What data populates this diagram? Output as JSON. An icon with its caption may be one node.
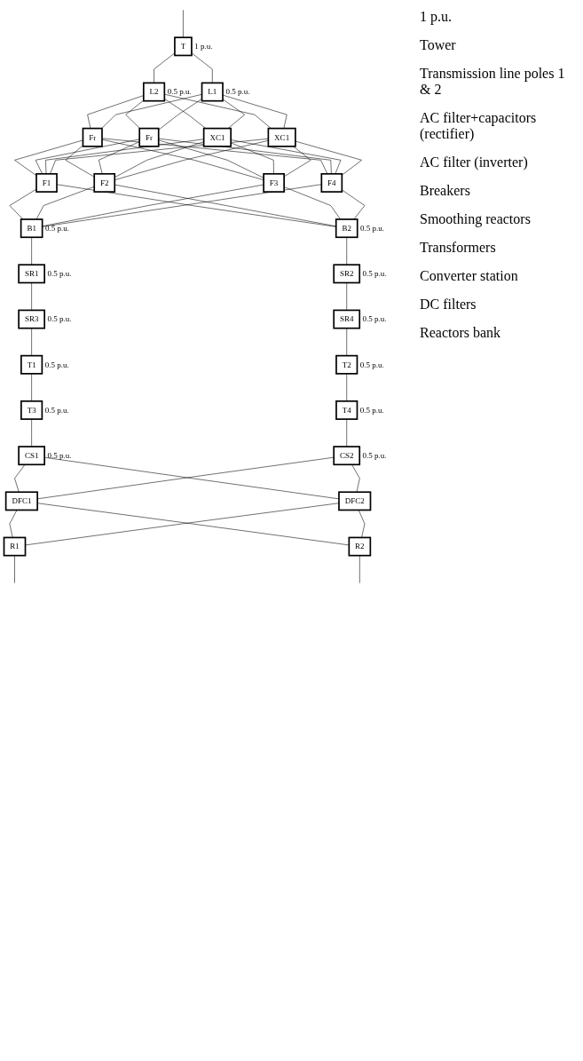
{
  "diagram": {
    "nodes": [
      {
        "text": [
          "T"
        ],
        "beside": [
          "1 p.u."
        ]
      },
      {
        "text": [
          "L2"
        ],
        "beside": [
          "0.5 p.u."
        ]
      },
      {
        "text": [
          "L1"
        ],
        "beside": [
          "0.5 p.u."
        ]
      },
      {
        "text": [
          "Fr"
        ]
      },
      {
        "text": [
          "Fr"
        ]
      },
      {
        "text": [
          "XC1"
        ]
      },
      {
        "text": [
          "XC1"
        ]
      },
      {
        "text": [
          "F1"
        ]
      },
      {
        "text": [
          "F2"
        ]
      },
      {
        "text": [
          "F3"
        ]
      },
      {
        "text": [
          "F4"
        ]
      },
      {
        "text": [
          "B1"
        ],
        "beside": [
          "0.5 p.u."
        ]
      },
      {
        "text": [
          "B2"
        ],
        "beside": [
          "0.5 p.u."
        ]
      },
      {
        "text": [
          "SR1"
        ],
        "beside": [
          "0.5 p.u."
        ]
      },
      {
        "text": [
          "SR2"
        ],
        "beside": [
          "0.5 p.u."
        ]
      },
      {
        "text": [
          "SR3"
        ],
        "beside": [
          "0.5 p.u."
        ]
      },
      {
        "text": [
          "SR4"
        ],
        "beside": [
          "0.5 p.u."
        ]
      },
      {
        "text": [
          "T1"
        ],
        "beside": [
          "0.5 p.u."
        ]
      },
      {
        "text": [
          "T2"
        ],
        "beside": [
          "0.5 p.u."
        ]
      },
      {
        "text": [
          "T3"
        ],
        "beside": [
          "0.5 p.u."
        ]
      },
      {
        "text": [
          "T4"
        ],
        "beside": [
          "0.5 p.u."
        ]
      },
      {
        "text": [
          "CS1"
        ],
        "beside": [
          "0.5 p.u."
        ]
      },
      {
        "text": [
          "CS2"
        ],
        "beside": [
          "0.5 p.u."
        ]
      },
      {
        "text": [
          "DFC1"
        ]
      },
      {
        "text": [
          "DFC2"
        ]
      },
      {
        "text": [
          "R1"
        ]
      },
      {
        "text": [
          "R2"
        ]
      }
    ],
    "edges": [
      {
        "from": null,
        "to": 0,
        "arrow": "none"
      },
      {
        "from": 0,
        "to": 1,
        "arrow": "none"
      },
      {
        "from": 0,
        "to": 2,
        "arrow": "none"
      },
      {
        "from": 1,
        "to": 3,
        "arrow": "none"
      },
      {
        "from": 1,
        "to": 4,
        "arrow": "none"
      },
      {
        "from": 1,
        "to": 5,
        "arrow": "none"
      },
      {
        "from": 1,
        "to": 6,
        "arrow": "none"
      },
      {
        "from": 2,
        "to": 3,
        "arrow": "none"
      },
      {
        "from": 2,
        "to": 4,
        "arrow": "none"
      },
      {
        "from": 2,
        "to": 5,
        "arrow": "none"
      },
      {
        "from": 2,
        "to": 6,
        "arrow": "none"
      },
      {
        "from": 3,
        "to": 7,
        "arrow": "none"
      },
      {
        "from": 3,
        "to": 8,
        "arrow": "none"
      },
      {
        "from": 3,
        "to": 9,
        "arrow": "none"
      },
      {
        "from": 3,
        "to": 10,
        "arrow": "none"
      },
      {
        "from": 4,
        "to": 7,
        "arrow": "none"
      },
      {
        "from": 4,
        "to": 8,
        "arrow": "none"
      },
      {
        "from": 4,
        "to": 9,
        "arrow": "none"
      },
      {
        "from": 4,
        "to": 10,
        "arrow": "none"
      },
      {
        "from": 5,
        "to": 7,
        "arrow": "none"
      },
      {
        "from": 5,
        "to": 8,
        "arrow": "none"
      },
      {
        "from": 5,
        "to": 9,
        "arrow": "none"
      },
      {
        "from": 5,
        "to": 10,
        "arrow": "none"
      },
      {
        "from": 6,
        "to": 7,
        "arrow": "none"
      },
      {
        "from": 6,
        "to": 8,
        "arrow": "none"
      },
      {
        "from": 6,
        "to": 9,
        "arrow": "none"
      },
      {
        "from": 6,
        "to": 10,
        "arrow": "none"
      },
      {
        "from": 7,
        "to": 11,
        "arrow": "none"
      },
      {
        "from": 7,
        "to": 12,
        "arrow": "none"
      },
      {
        "from": 8,
        "to": 11,
        "arrow": "none"
      },
      {
        "from": 8,
        "to": 12,
        "arrow": "none"
      },
      {
        "from": 9,
        "to": 11,
        "arrow": "none"
      },
      {
        "from": 9,
        "to": 12,
        "arrow": "none"
      },
      {
        "from": 10,
        "to": 11,
        "arrow": "none"
      },
      {
        "from": 10,
        "to": 12,
        "arrow": "none"
      },
      {
        "from": 11,
        "to": 13,
        "arrow": "none"
      },
      {
        "from": 13,
        "to": 15,
        "arrow": "none"
      },
      {
        "from": 15,
        "to": 17,
        "arrow": "none"
      },
      {
        "from": 17,
        "to": 19,
        "arrow": "none"
      },
      {
        "from": 19,
        "to": 21,
        "arrow": "none"
      },
      {
        "from": 12,
        "to": 14,
        "arrow": "none"
      },
      {
        "from": 14,
        "to": 16,
        "arrow": "none"
      },
      {
        "from": 16,
        "to": 18,
        "arrow": "none"
      },
      {
        "from": 18,
        "to": 20,
        "arrow": "none"
      },
      {
        "from": 20,
        "to": 22,
        "arrow": "none"
      },
      {
        "from": 21,
        "to": 23,
        "arrow": "none"
      },
      {
        "from": 21,
        "to": 24,
        "arrow": "none"
      },
      {
        "from": 22,
        "to": 23,
        "arrow": "none"
      },
      {
        "from": 22,
        "to": 24,
        "arrow": "none"
      },
      {
        "from": 23,
        "to": 25,
        "arrow": "none"
      },
      {
        "from": 23,
        "to": 26,
        "arrow": "none"
      },
      {
        "from": 24,
        "to": 25,
        "arrow": "none"
      },
      {
        "from": 24,
        "to": 26,
        "arrow": "none"
      },
      {
        "from": 25,
        "to": null,
        "arrow": "none"
      },
      {
        "from": 26,
        "to": null,
        "arrow": "none"
      }
    ],
    "labels": [
      "1 p.u.",
      "Tower",
      "Transmission line poles 1 & 2",
      "AC filter+capacitors (rectifier)",
      "AC filter (inverter)",
      "Breakers",
      "Smoothing reactors",
      "Transformers",
      "Converter station",
      "DC filters",
      "Reactors bank"
    ]
  }
}
